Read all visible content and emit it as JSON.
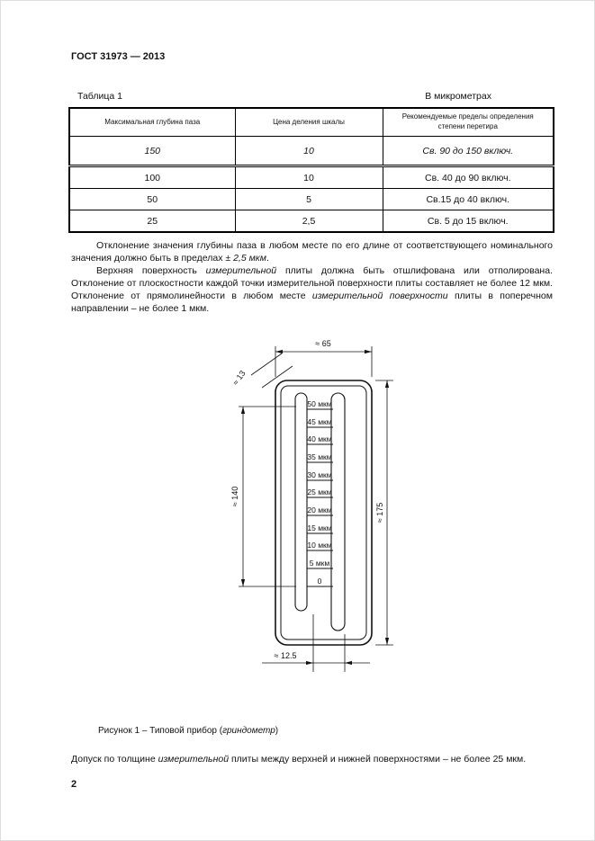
{
  "page": {
    "doc_code": "ГОСТ 31973 — 2013",
    "page_number": "2"
  },
  "table": {
    "label": "Таблица 1",
    "units_note": "В микрометрах",
    "headers": [
      "Максимальная глубина паза",
      "Цена деления шкалы",
      "Рекомендуемые пределы определения степени перетира"
    ],
    "rows": [
      [
        "150",
        "10",
        "Св. 90 до 150 включ."
      ],
      [
        "100",
        "10",
        "Св. 40 до 90 включ."
      ],
      [
        "50",
        "5",
        "Св.15 до 40 включ."
      ],
      [
        "25",
        "2,5",
        "Св. 5 до 15 включ."
      ]
    ]
  },
  "paragraphs": {
    "p1": [
      {
        "t": "Отклонение значения глубины паза в любом месте по его длине от соответствующего номинального значения должно быть в пределах "
      },
      {
        "t": "± 2,5 мкм",
        "i": true
      },
      {
        "t": "."
      }
    ],
    "p2": [
      {
        "t": "Верхняя поверхность "
      },
      {
        "t": "измерительной",
        "i": true
      },
      {
        "t": " плиты должна быть отшлифована или отполирована. Отклонение от плоскостности каждой точки измерительной поверхности плиты составляет не более 12 мкм. Отклонение от прямолинейности в любом месте "
      },
      {
        "t": "измерительной поверхности",
        "i": true
      },
      {
        "t": " плиты в поперечном направлении – не более 1 мкм."
      }
    ],
    "p3": [
      {
        "t": "Допуск по толщине "
      },
      {
        "t": "измерительной",
        "i": true
      },
      {
        "t": " плиты между верхней и нижней поверхностями – не более 25 мкм."
      }
    ]
  },
  "figure": {
    "caption": [
      {
        "t": "Рисунок 1 – Типовой прибор ("
      },
      {
        "t": "гриндометр",
        "i": true
      },
      {
        "t": ")"
      }
    ],
    "scale_labels": [
      "50 мкм",
      "45 мкм",
      "40 мкм",
      "35 мкм",
      "30 мкм",
      "25 мкм",
      "20 мкм",
      "15 мкм",
      "10 мкм",
      "5 мкм",
      "0"
    ],
    "dims": {
      "top_width": "≈ 65",
      "edge_offset": "≈ 13",
      "groove_length": "≈ 140",
      "plate_length": "≈ 175",
      "bottom_width": "≈ 12.5"
    }
  }
}
